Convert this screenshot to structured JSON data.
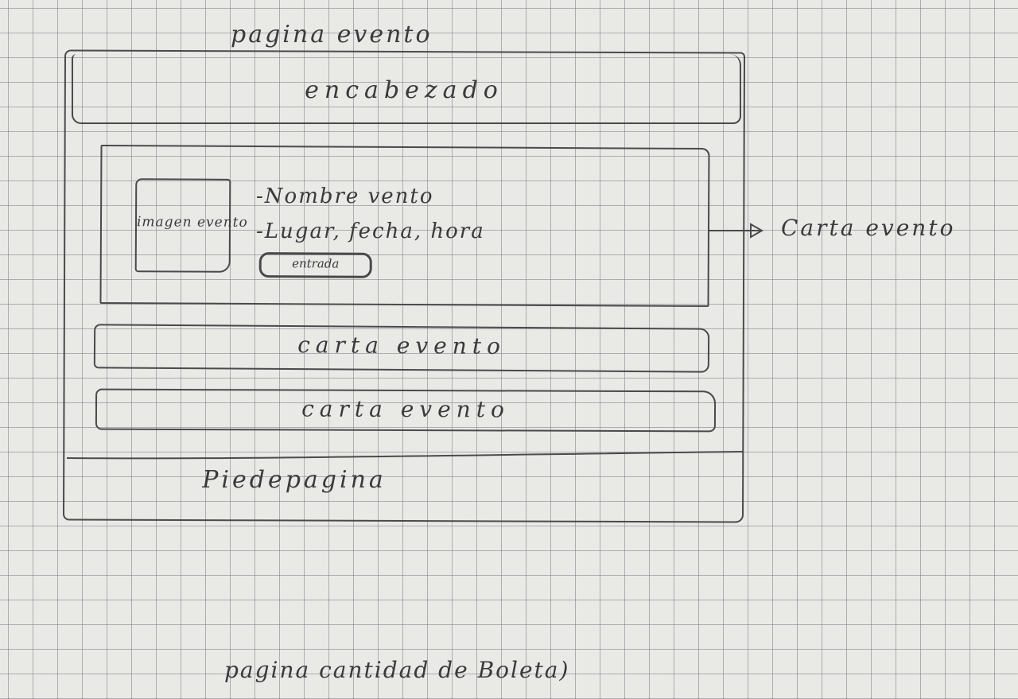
{
  "title": "pagina evento",
  "page": {
    "header": "encabezado",
    "featured_card": {
      "image_label": "imagen evento",
      "name": "-Nombre vento",
      "details": "-Lugar, fecha, hora",
      "button": "entrada"
    },
    "cards": [
      "carta evento",
      "carta evento"
    ],
    "footer": "Piedepagina"
  },
  "callout": "Carta evento",
  "bottom_label": "pagina cantidad de Boleta)"
}
